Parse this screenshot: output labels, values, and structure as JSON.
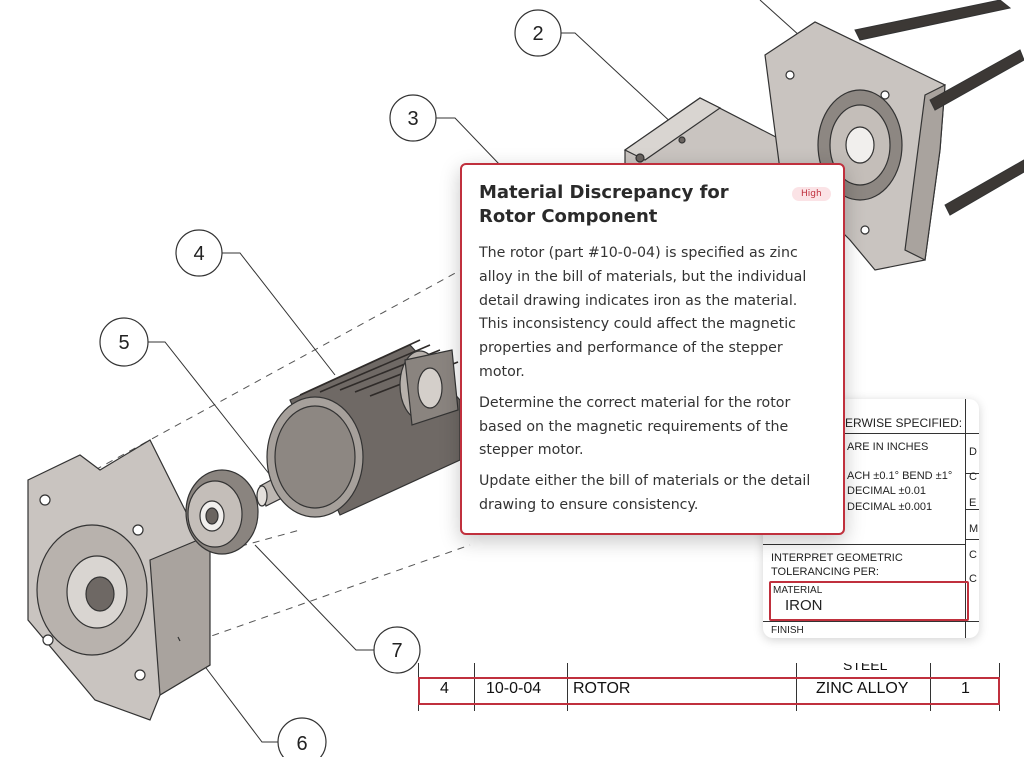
{
  "balloons": [
    "2",
    "3",
    "4",
    "5",
    "7",
    "6"
  ],
  "issue": {
    "title": "Material Discrepancy for Rotor Component",
    "severity": "High",
    "description": "The rotor (part #10-0-04) is specified as zinc alloy in the bill of materials, but the individual detail drawing indicates iron as the material. This inconsistency could affect the magnetic properties and performance of the stepper motor.",
    "recommendation": "Determine the correct material for the rotor based on the magnetic requirements of the stepper motor.",
    "action": "Update either the bill of materials or the detail drawing to ensure consistency."
  },
  "title_block": {
    "header": "ERWISE SPECIFIED:",
    "units": "ARE IN INCHES",
    "angular": "ACH ±0.1°  BEND ±1°",
    "two_place": "DECIMAL   ±0.01",
    "three_place": "DECIMAL  ±0.001",
    "gdt_line1": "INTERPRET GEOMETRIC",
    "gdt_line2": "TOLERANCING PER:",
    "material_label": "MATERIAL",
    "material_value": "IRON",
    "finish_label": "FINISH",
    "side_letters": [
      "D",
      "C",
      "E",
      "M",
      "C",
      "C"
    ]
  },
  "bom": {
    "above_material": "STEEL",
    "highlight_row": {
      "item": "4",
      "part_number": "10-0-04",
      "description": "ROTOR",
      "material": "ZINC ALLOY",
      "qty": "1"
    }
  },
  "colors": {
    "highlight": "#c0303d",
    "badge_bg": "#fbe3e6",
    "part_fill": "#c9c4c0"
  }
}
